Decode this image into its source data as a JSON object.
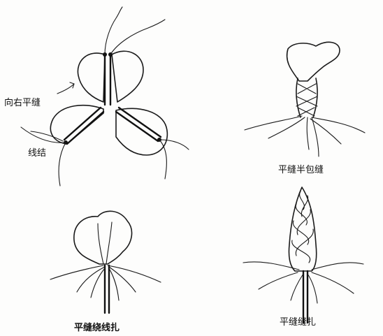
{
  "labels": {
    "right_flat_knot": "向右平缝",
    "line_knot": "线结",
    "half_wrap": "平缝半包缝",
    "wrap_tie": "平缝绕线扎",
    "flat_tie": "平缝缝扎"
  },
  "colors": {
    "ink": "#1a1a1a",
    "paper": "#fdfdfc"
  }
}
